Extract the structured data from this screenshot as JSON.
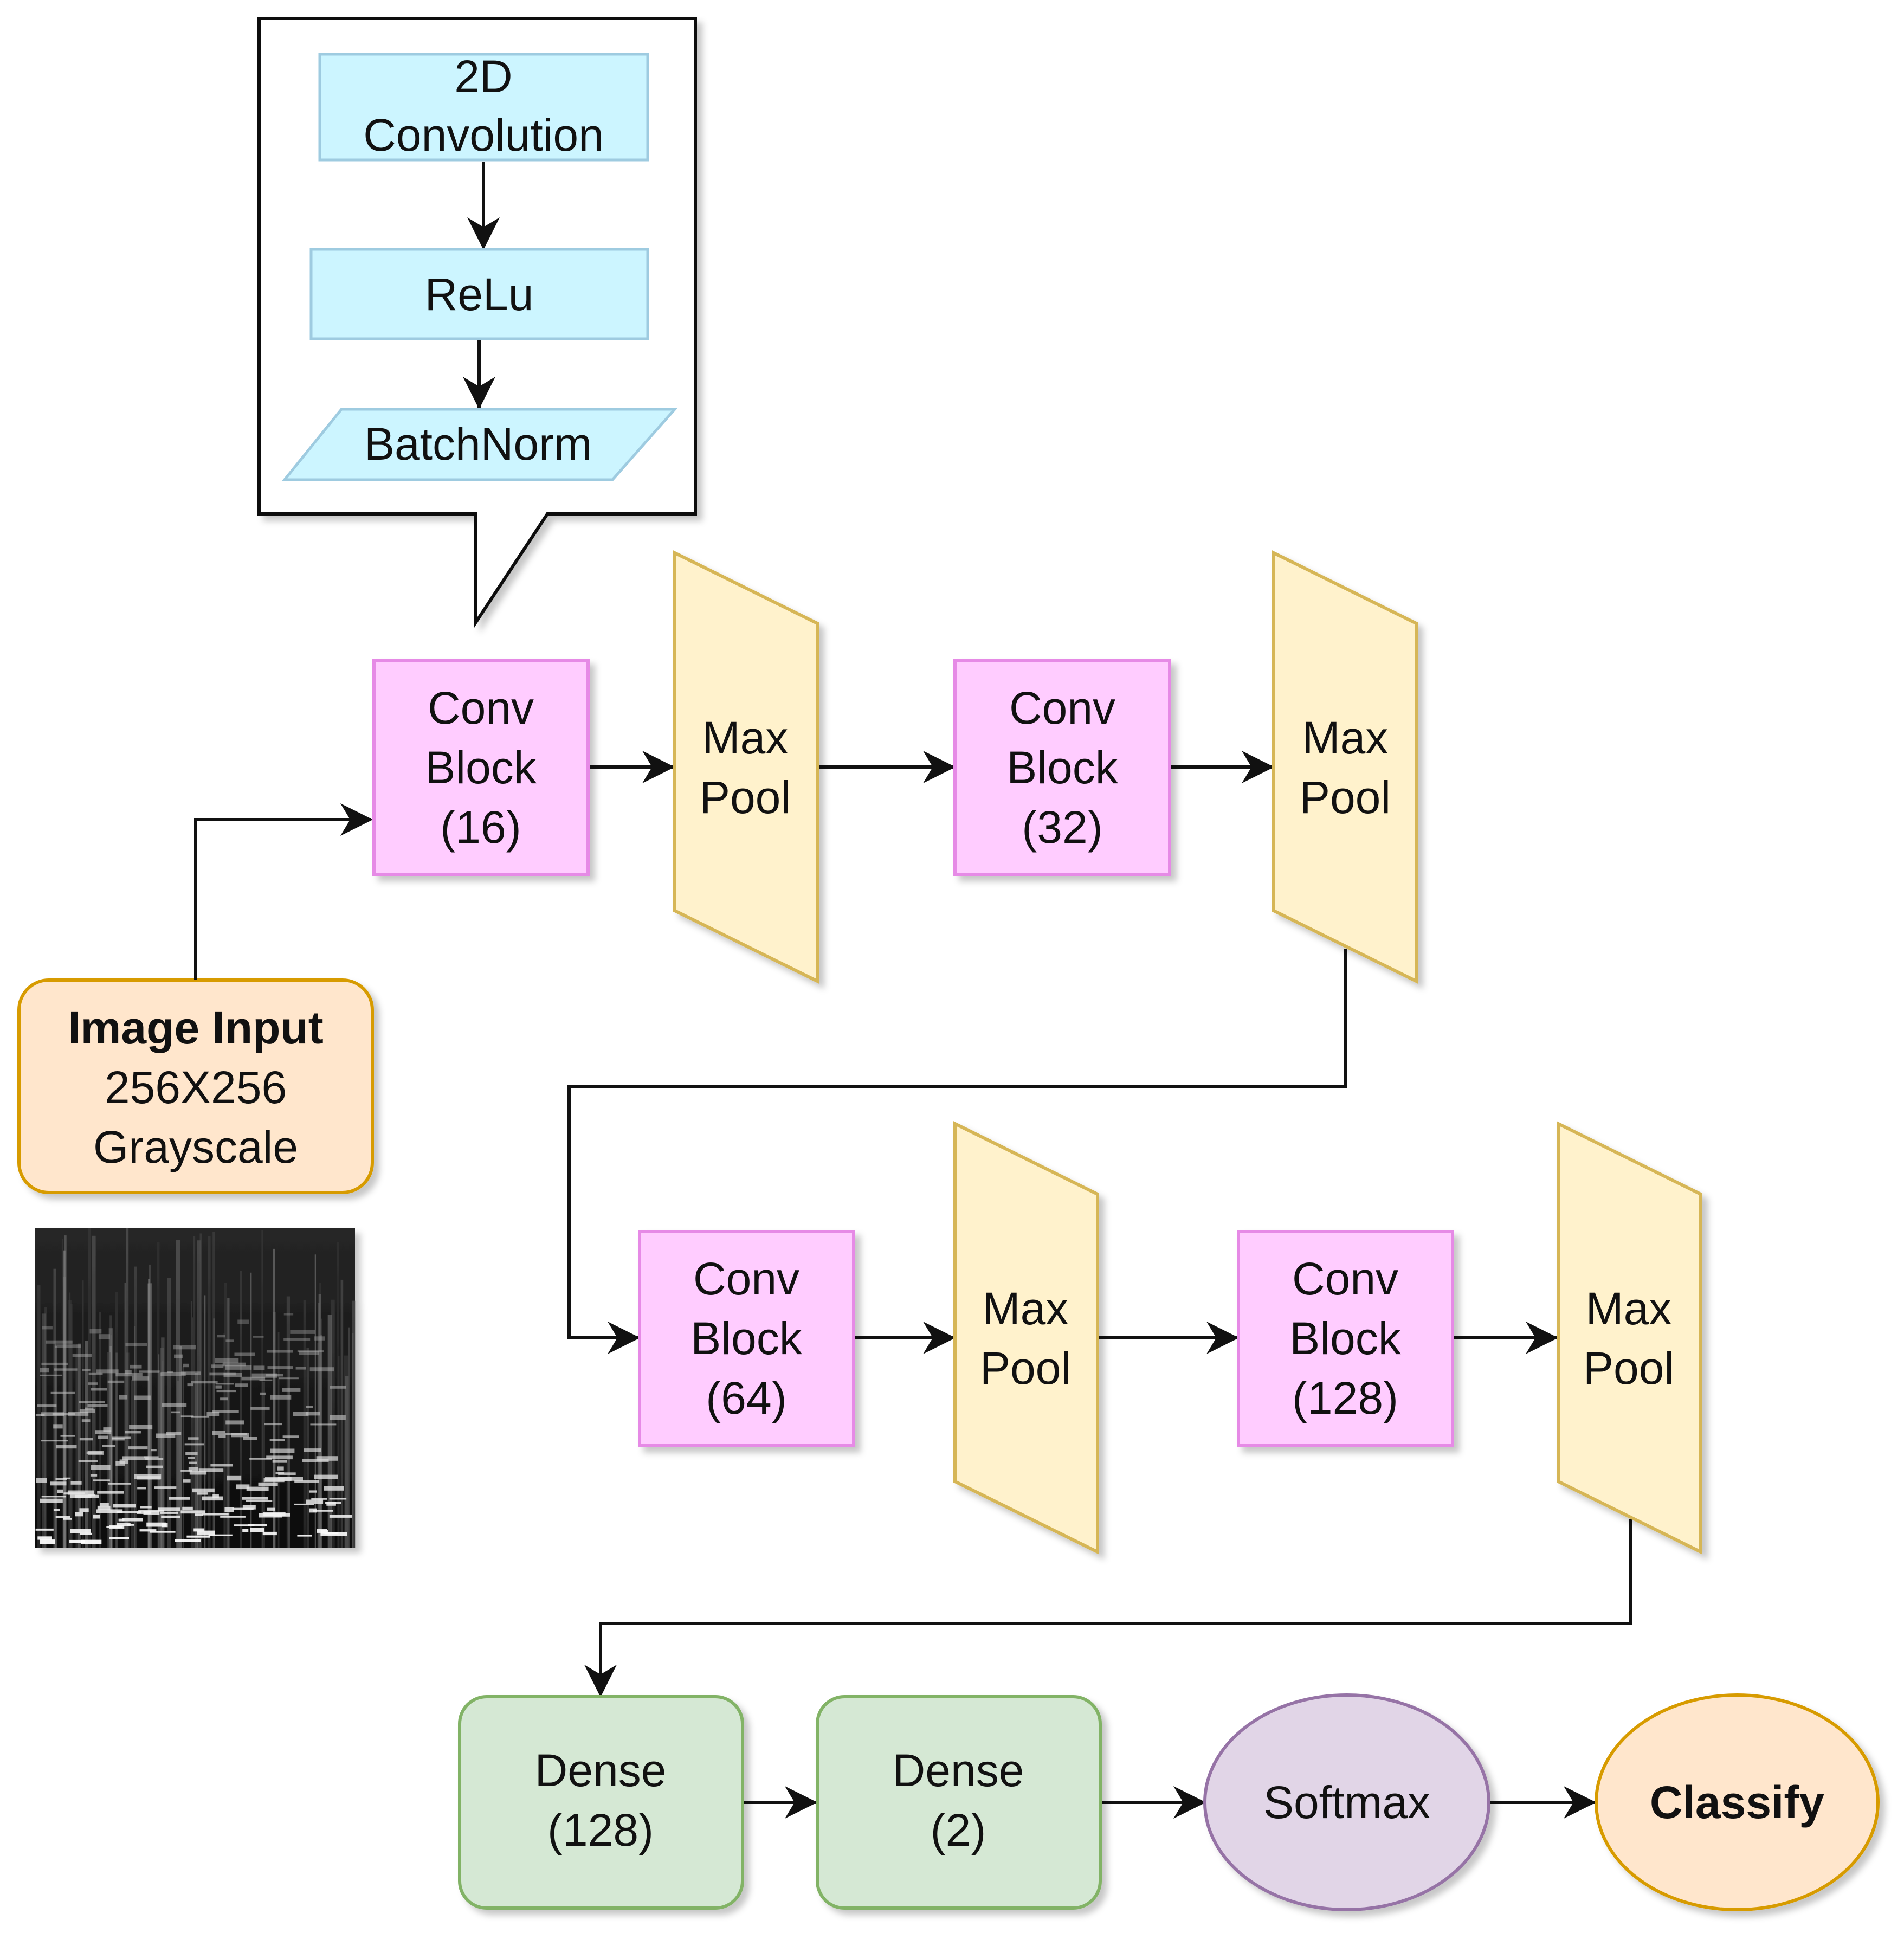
{
  "callout": {
    "conv2d": [
      "2D",
      "Convolution"
    ],
    "relu": "ReLu",
    "batchnorm": "BatchNorm"
  },
  "input": {
    "title": "Image Input",
    "size": "256X256",
    "mode": "Grayscale"
  },
  "conv_blocks": [
    {
      "line1": "Conv",
      "line2": "Block",
      "filters": "(16)"
    },
    {
      "line1": "Conv",
      "line2": "Block",
      "filters": "(32)"
    },
    {
      "line1": "Conv",
      "line2": "Block",
      "filters": "(64)"
    },
    {
      "line1": "Conv",
      "line2": "Block",
      "filters": "(128)"
    }
  ],
  "max_pools": [
    {
      "line1": "Max",
      "line2": "Pool"
    },
    {
      "line1": "Max",
      "line2": "Pool"
    },
    {
      "line1": "Max",
      "line2": "Pool"
    },
    {
      "line1": "Max",
      "line2": "Pool"
    }
  ],
  "dense": [
    {
      "line1": "Dense",
      "line2": "(128)"
    },
    {
      "line1": "Dense",
      "line2": "(2)"
    }
  ],
  "softmax": "Softmax",
  "classify": "Classify",
  "colors": {
    "conv_fill": "#ffccff",
    "conv_stroke": "#e68ae6",
    "pool_fill": "#fff2cc",
    "pool_stroke": "#d6b656",
    "input_fill": "#ffe6cc",
    "input_stroke": "#d79b00",
    "dense_fill": "#d5e8d4",
    "dense_stroke": "#82b366",
    "softmax_fill": "#e1d5e7",
    "softmax_stroke": "#9673a6",
    "callout_fill": "#ccf5ff",
    "callout_stroke": "#9ecbe0"
  }
}
